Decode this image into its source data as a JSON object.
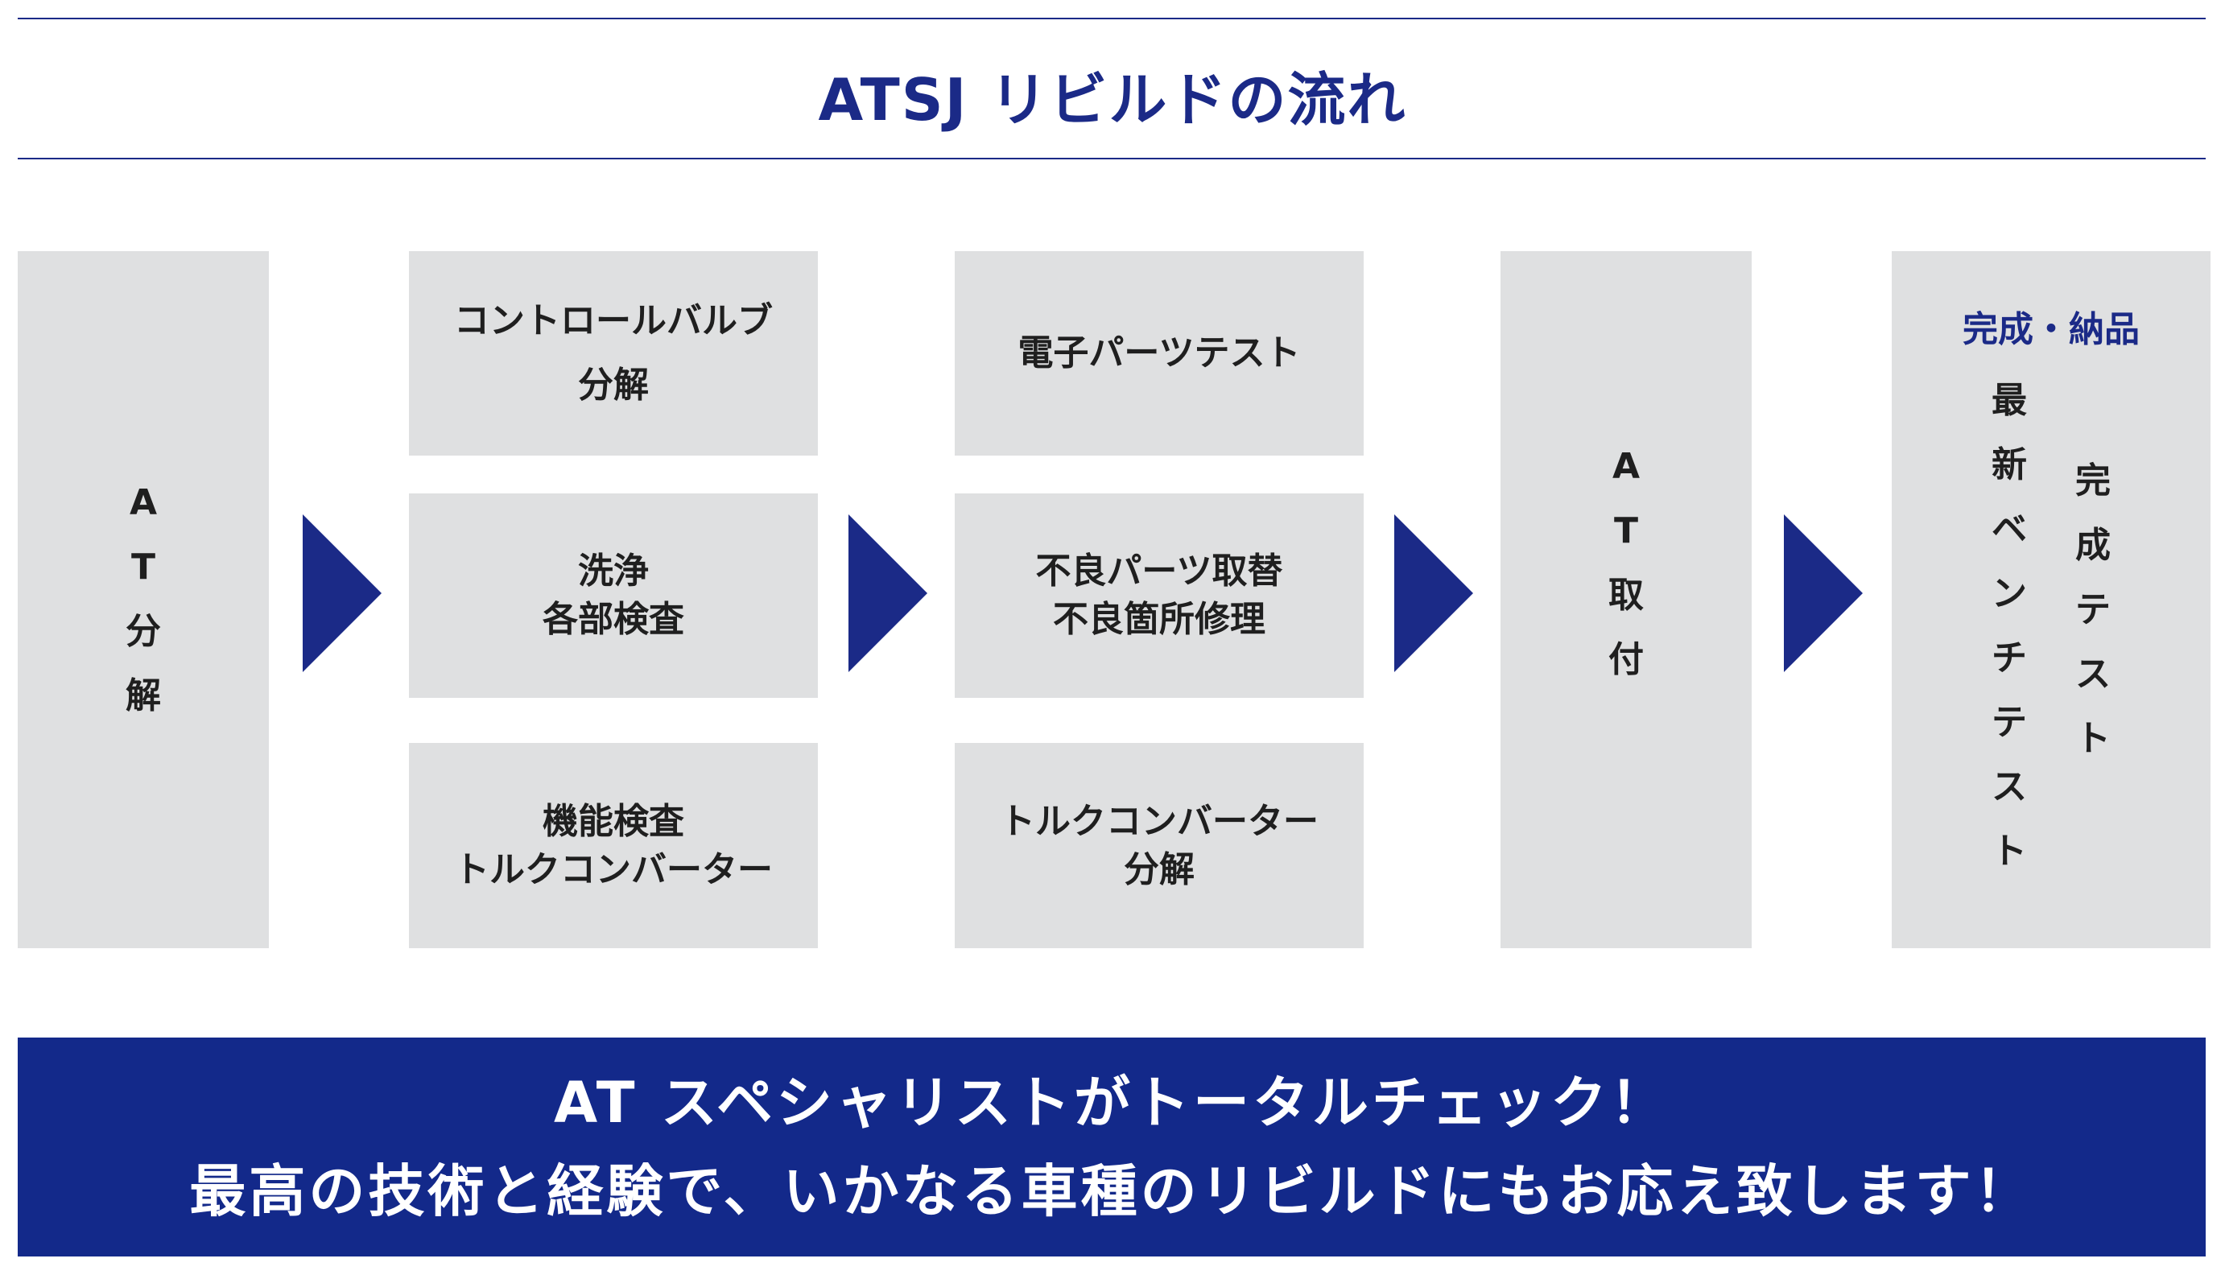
{
  "header": {
    "title": "ATSJ リビルドの流れ"
  },
  "steps": {
    "disassembly": {
      "chars": [
        "A",
        "T",
        "分",
        "解"
      ]
    },
    "col2": [
      {
        "line1": "コントロールバルブ",
        "line2": "分解"
      },
      {
        "line1": "洗浄",
        "line2": "各部検査"
      },
      {
        "line1": "機能検査",
        "line2": "トルクコンバーター"
      }
    ],
    "col3": [
      {
        "line1": "電子パーツテスト",
        "line2": ""
      },
      {
        "line1": "不良パーツ取替",
        "line2": "不良箇所修理"
      },
      {
        "line1": "トルクコンバーター",
        "line2": "分解"
      }
    ],
    "install": {
      "chars": [
        "A",
        "T",
        "取",
        "付"
      ]
    },
    "final": {
      "heading": "完成・納品",
      "col_left": [
        "最",
        "新",
        "ベ",
        "ン",
        "チ",
        "テ",
        "ス",
        "ト"
      ],
      "col_right": [
        "完",
        "成",
        "テ",
        "ス",
        "ト"
      ]
    }
  },
  "banner": {
    "line1": "AT スペシャリストがトータルチェック！",
    "line2": "最高の技術と経験で、いかなる車種のリビルドにもお応え致します！"
  },
  "colors": {
    "accent": "#1b2a87",
    "box_bg": "#dfe0e1",
    "banner_bg": "#13298a"
  }
}
